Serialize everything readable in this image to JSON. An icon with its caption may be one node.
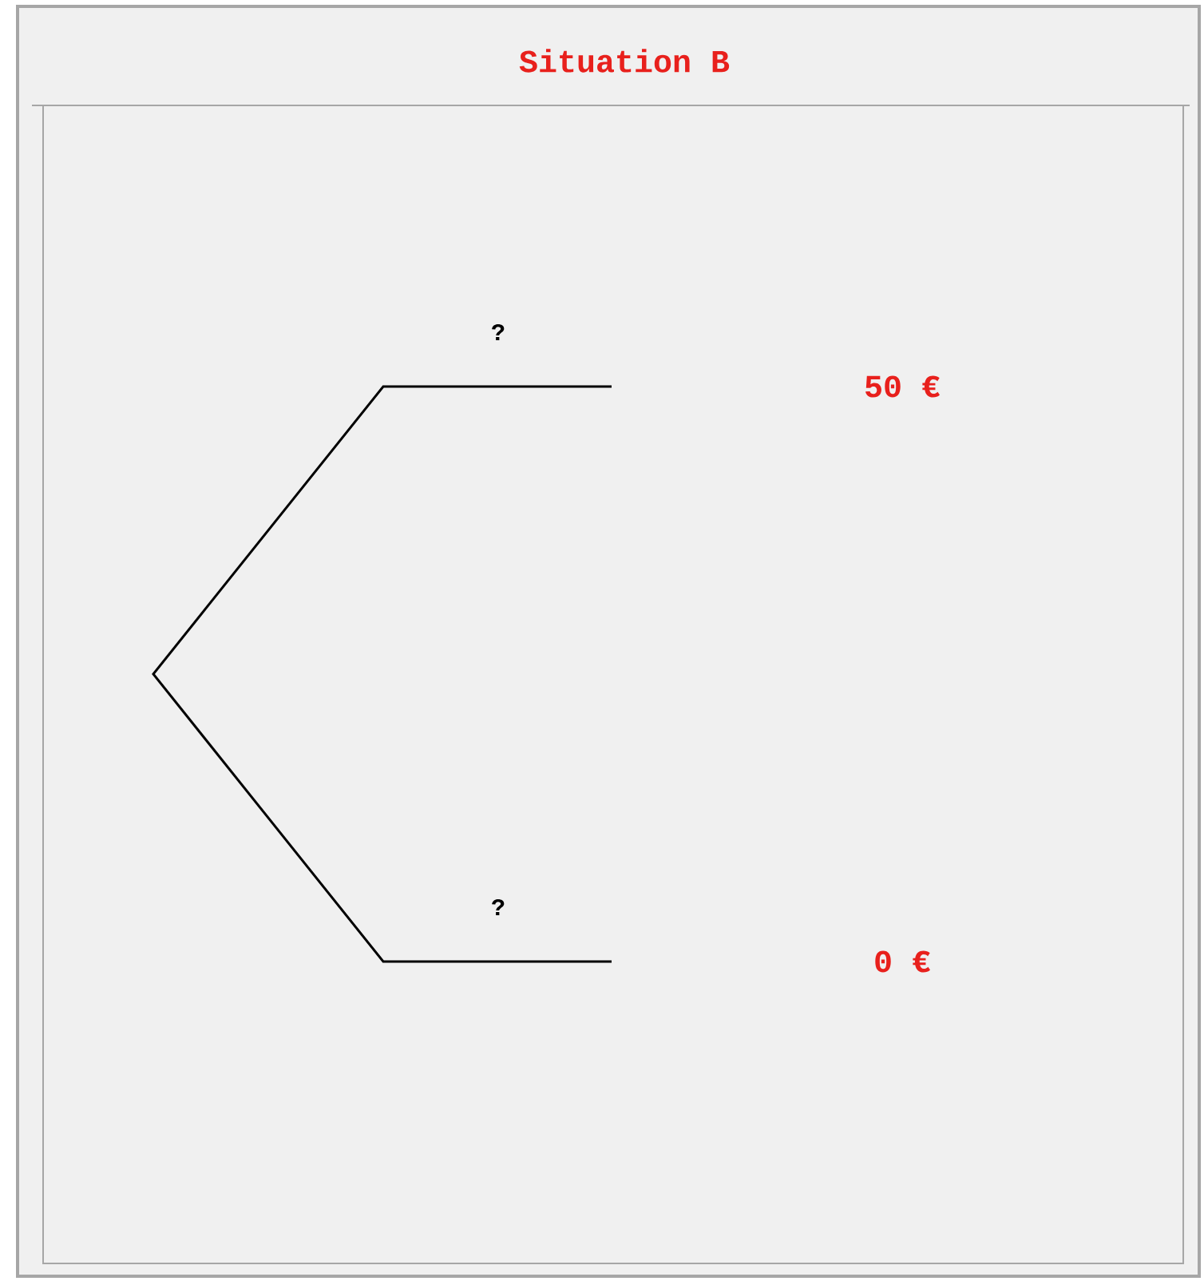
{
  "diagram": {
    "title": "Situation B",
    "labels": [
      "?",
      "50 €",
      "?",
      "0 €"
    ]
  }
}
